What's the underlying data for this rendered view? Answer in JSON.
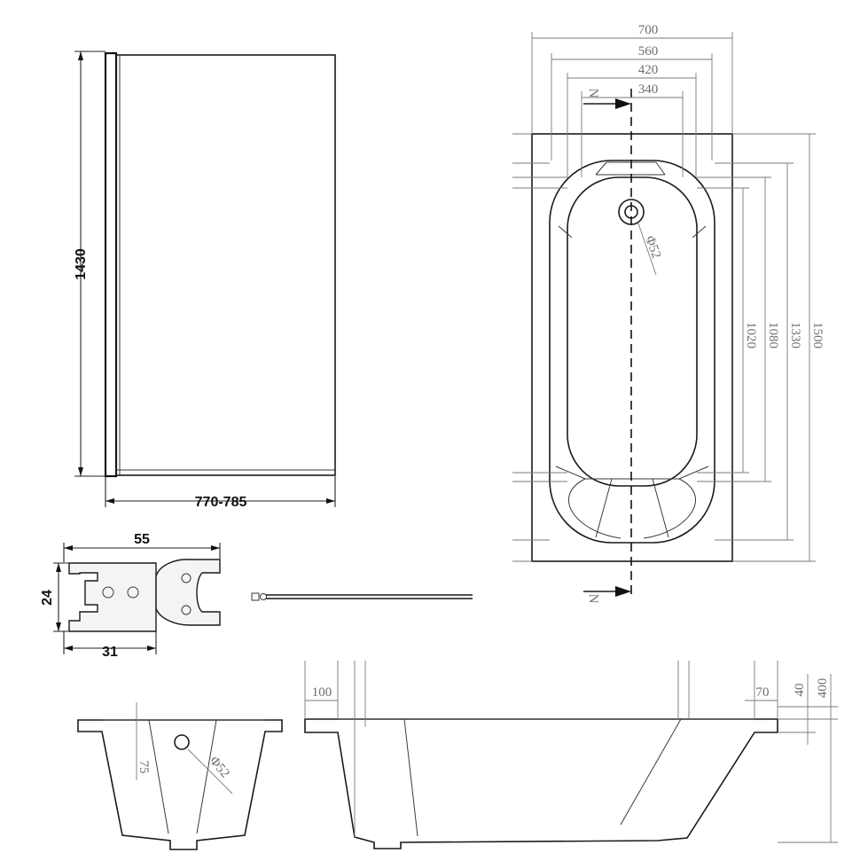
{
  "screen_panel": {
    "height_label": "1430",
    "width_label": "770-785"
  },
  "profile_section": {
    "width_label": "55",
    "height_label": "24",
    "inner_width_label": "31"
  },
  "plan_view": {
    "width_dims": [
      "700",
      "560",
      "420",
      "340"
    ],
    "length_dims": [
      "1020",
      "1080",
      "1330",
      "1500"
    ],
    "waste_label": "Φ52",
    "section_marker": "N"
  },
  "end_section": {
    "depth_label": "75",
    "waste_label": "Φ52"
  },
  "side_section": {
    "left_offset_label": "100",
    "right_offset_label": "70",
    "rim_label": "40",
    "height_label": "400"
  },
  "colors": {
    "line": "#1a1a1a",
    "dimension": "#7a7a7a",
    "background": "#ffffff"
  }
}
